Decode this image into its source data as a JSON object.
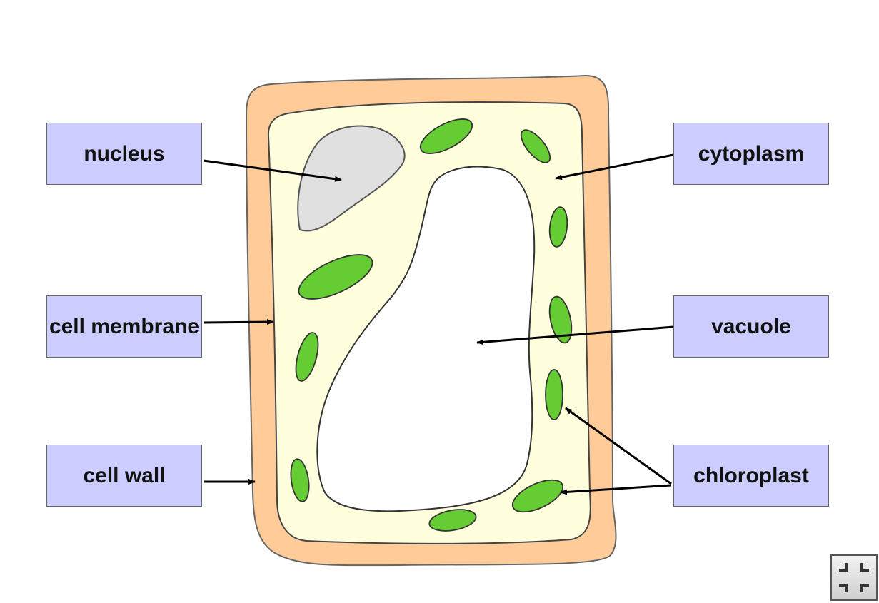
{
  "labels": {
    "nucleus": "nucleus",
    "cell_membrane": "cell membrane",
    "cell_wall": "cell wall",
    "cytoplasm": "cytoplasm",
    "vacuole": "vacuole",
    "chloroplast": "chloroplast"
  },
  "colors": {
    "cell_wall": "#ffcc99",
    "cytoplasm": "#ffffdd",
    "nucleus": "#e0e0e0",
    "chloroplast": "#66cc33",
    "label_box": "#ccccff"
  },
  "controls": {
    "fullscreen_icon": "exit-fullscreen-icon"
  }
}
